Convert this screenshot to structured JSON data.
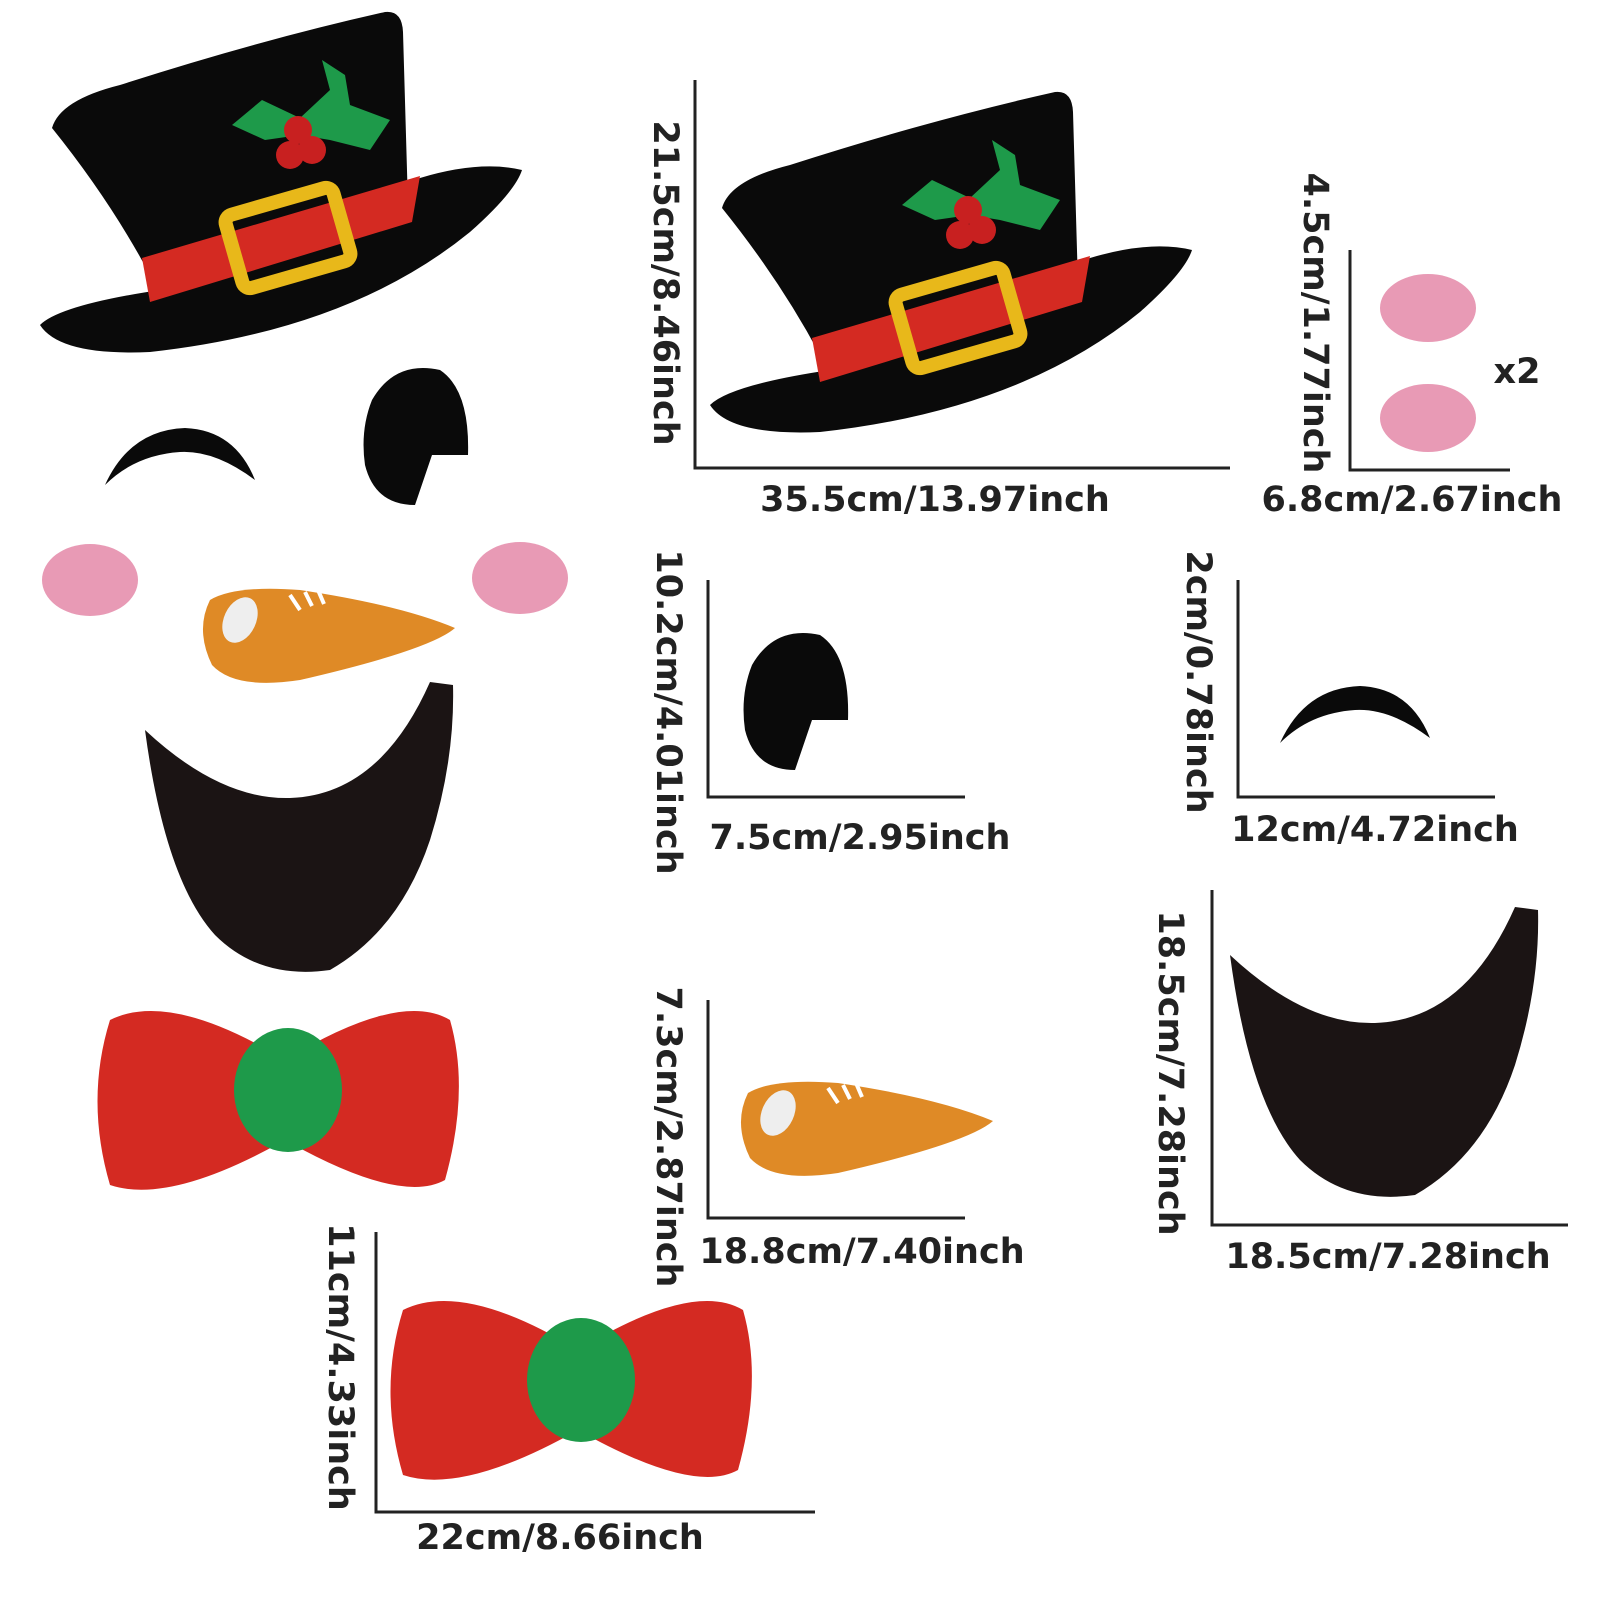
{
  "colors": {
    "black": "#0a0a0a",
    "red": "#d42a22",
    "green": "#1e9a4a",
    "gold": "#e8b81a",
    "pink": "#e89ab5",
    "orange": "#df8a26",
    "mouth": "#1b1414"
  },
  "pieces": {
    "hat": {
      "width": "35.5cm/13.97inch",
      "height": "21.5cm/8.46inch"
    },
    "cheek": {
      "width": "6.8cm/2.67inch",
      "height": "4.5cm/1.77inch",
      "quantity": "x2"
    },
    "eye": {
      "width": "7.5cm/2.95inch",
      "height": "10.2cm/4.01inch"
    },
    "eyebrow": {
      "width": "12cm/4.72inch",
      "height": "2cm/0.78inch"
    },
    "nose": {
      "width": "18.8cm/7.40inch",
      "height": "7.3cm/2.87inch"
    },
    "mouth": {
      "width": "18.5cm/7.28inch",
      "height": "18.5cm/7.28inch"
    },
    "bowtie": {
      "width": "22cm/8.66inch",
      "height": "11cm/4.33inch"
    }
  }
}
